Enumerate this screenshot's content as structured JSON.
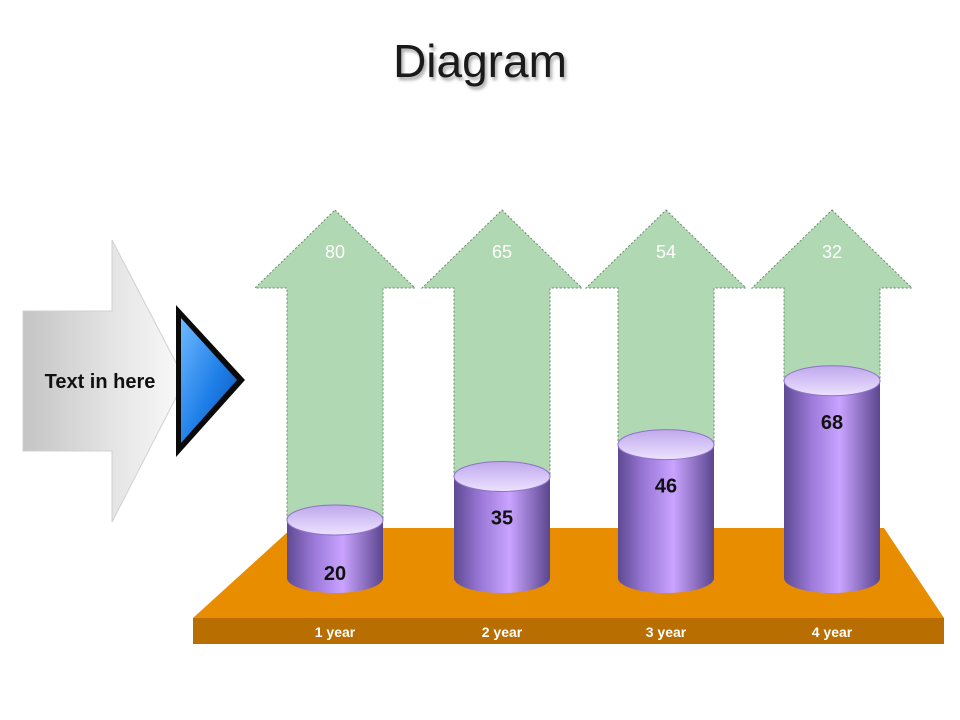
{
  "title": "Diagram",
  "callout": {
    "label": "Text in here"
  },
  "colors": {
    "arrow_fill": "#b0d8b2",
    "arrow_stroke": "#6a8a6a",
    "cylinder": "#9b79d8",
    "cylinder_top": "#dccbff",
    "platform_top": "#e88c00",
    "platform_front": "#b86e00",
    "pointer_blue": "#1f7fe8"
  },
  "chart_data": {
    "type": "bar",
    "categories": [
      "1 year",
      "2 year",
      "3 year",
      "4 year"
    ],
    "series": [
      {
        "values": [
          20,
          35,
          46,
          68
        ]
      },
      {
        "values": [
          80,
          65,
          54,
          32
        ]
      }
    ]
  }
}
